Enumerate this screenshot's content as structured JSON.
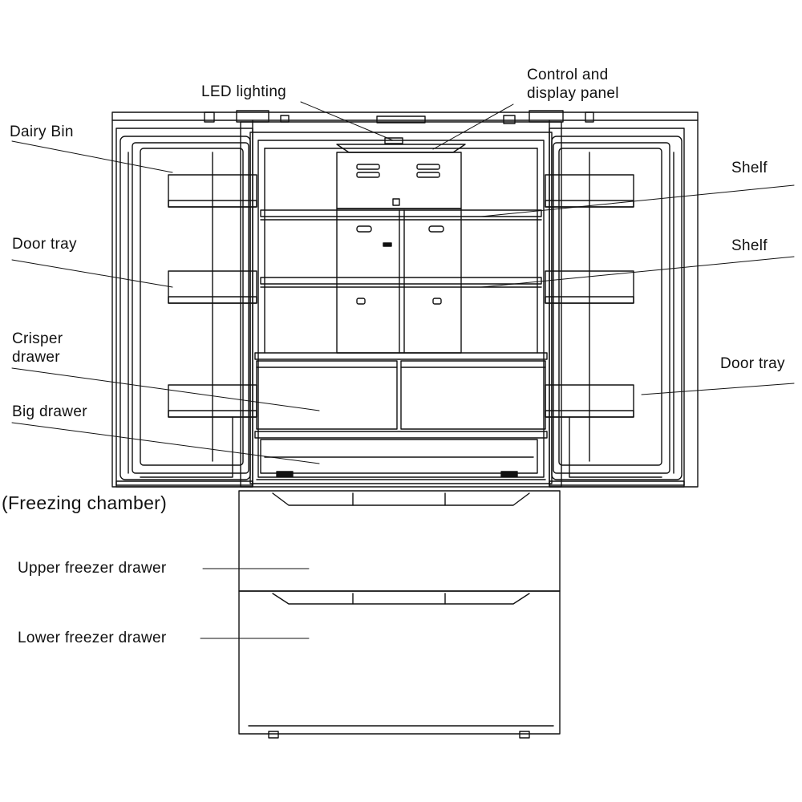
{
  "diagram": {
    "labels": {
      "led_lighting": "LED lighting",
      "control_panel_line1": "Control and",
      "control_panel_line2": "display panel",
      "dairy_bin": "Dairy Bin",
      "door_tray_left": "Door tray",
      "crisper_line1": "Crisper",
      "crisper_line2": "drawer",
      "big_drawer": "Big drawer",
      "freezing_chamber": "(Freezing chamber)",
      "upper_freezer_drawer": "Upper freezer drawer",
      "lower_freezer_drawer": "Lower freezer drawer",
      "shelf_upper": "Shelf",
      "shelf_lower": "Shelf",
      "door_tray_right": "Door tray"
    },
    "colors": {
      "line": "#111111",
      "background": "#ffffff"
    }
  }
}
